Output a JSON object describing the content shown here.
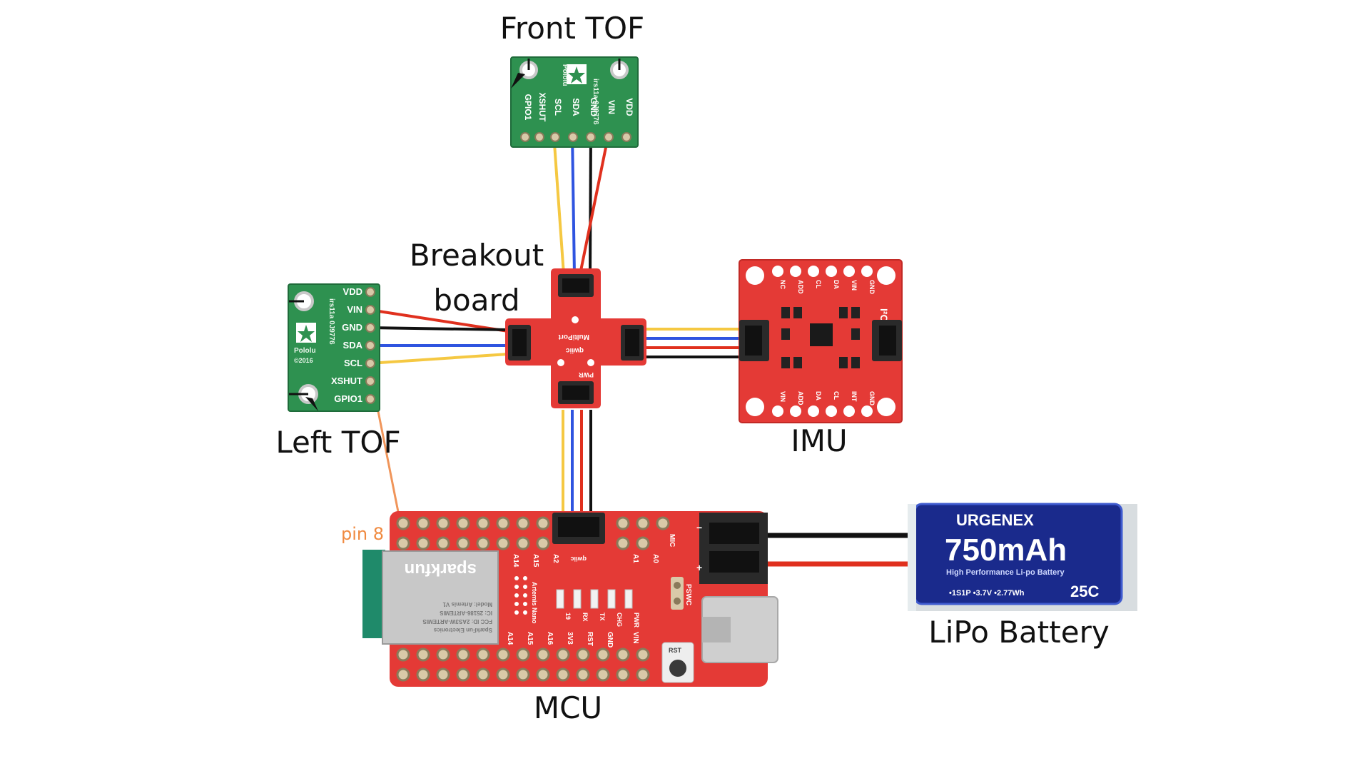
{
  "labels": {
    "front_tof": "Front TOF",
    "breakout_line1": "Breakout",
    "breakout_line2": "board",
    "left_tof": "Left TOF",
    "imu": "IMU",
    "mcu": "MCU",
    "battery": "LiPo Battery",
    "pin8": "pin 8"
  },
  "tof_pins": [
    "VDD",
    "VIN",
    "GND",
    "SDA",
    "SCL",
    "XSHUT",
    "GPIO1"
  ],
  "tof_board": {
    "brand": "Pololu",
    "year": "©2016",
    "id": "irs11a 0J9776"
  },
  "imu_pins_top": [
    "NC",
    "ADD",
    "CL",
    "DA",
    "VIN",
    "GND"
  ],
  "imu_pins_bottom": [
    "VIN",
    "ADD",
    "DA",
    "CL",
    "INT",
    "GND"
  ],
  "imu_corner_text": "I²C",
  "breakout_text": {
    "name": "MultiPort",
    "brand": "qwiic",
    "pwr": "PWR"
  },
  "mcu_text": {
    "module_brand": "sparkfun",
    "module_line1": "SparkFun Electronics",
    "module_line2": "FCC ID: 2AS3W-ARTEMIS",
    "module_line3": "IC: 25186-ARTEMIS",
    "module_line4": "Model: Artemis V1",
    "board_name": "Artemis Nano",
    "qwiic": "qwiic",
    "mic": "MIC",
    "pswc": "PSWC",
    "rst": "RST",
    "top_pins": [
      "A14",
      "A15",
      "A2",
      "A1",
      "A0"
    ],
    "bottom_pins": [
      "A14",
      "A15",
      "A16",
      "3V3",
      "RST",
      "GND",
      "VIN"
    ],
    "led_labels": [
      "19",
      "RX",
      "TX",
      "CHG",
      "PWR"
    ]
  },
  "battery_text": {
    "brand": "URGENEX",
    "capacity": "750mAh",
    "subtitle": "High Performance Li-po Battery",
    "specs": "•1S1P •3.7V •2.77Wh",
    "rating": "25C"
  },
  "wire_colors": {
    "scl": "#f5c842",
    "sda": "#2f54e0",
    "gnd": "#111111",
    "vin": "#e0301e",
    "xshut": "#f0955a"
  },
  "colors": {
    "pcb_red": "#e43a36",
    "pcb_green": "#2e9150",
    "pin8_text": "#f08a40"
  }
}
